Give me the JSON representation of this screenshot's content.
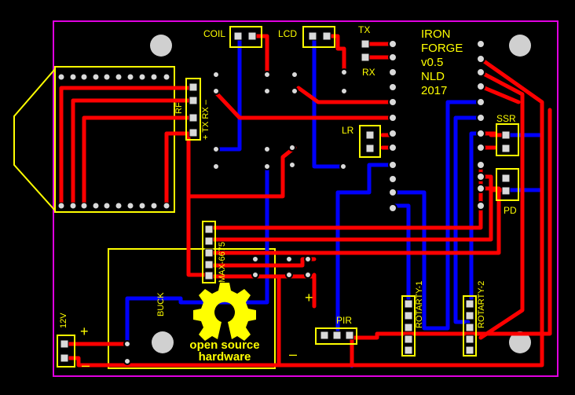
{
  "board": {
    "title_lines": [
      "IRON",
      "FORGE",
      "v0.5",
      "NLD",
      "2017"
    ],
    "labels": {
      "coil": "COIL",
      "lcd": "LCD",
      "tx": "TX",
      "rx": "RX",
      "rf_module": "RF",
      "rf_pins": "+ TX RX –",
      "lr": "LR",
      "ssr": "SSR",
      "pd": "PD",
      "max": "MAX-6675",
      "buck": "BUCK",
      "pir": "PIR",
      "rotary1": "ROTARTY-1",
      "rotary2": "ROTARTY-2",
      "v12": "12V",
      "plus_12v": "+",
      "minus_12v": "–",
      "plus_buck": "+",
      "minus_buck": "–"
    },
    "logo": {
      "line1": "open source",
      "line2": "hardware"
    },
    "colors": {
      "background": "#000000",
      "outline": "#e000e0",
      "silk": "#ffff00",
      "top_copper": "#ff0000",
      "bottom_copper": "#0000ff",
      "pad": "#d9d9d9",
      "hole": "#d9d9d9"
    }
  }
}
